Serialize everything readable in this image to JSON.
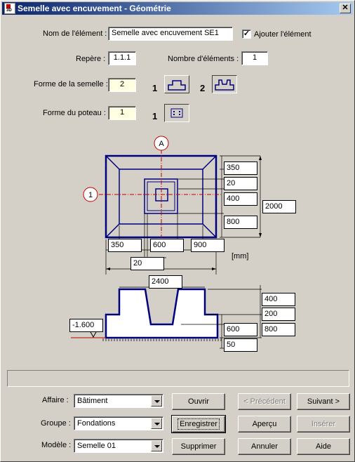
{
  "window": {
    "title": "Semelle avec encuvement - Géométrie",
    "close_glyph": "✕",
    "app_icon_text": "3D"
  },
  "form": {
    "nom_label": "Nom de l'élément :",
    "nom_value": "Semelle avec encuvement SE1",
    "ajouter_label": "Ajouter l'élément",
    "ajouter_checked": "✓",
    "repere_label": "Repère :",
    "repere_value": "1.1.1",
    "nombre_label": "Nombre d'éléments :",
    "nombre_value": "1",
    "forme_semelle_label": "Forme de la semelle :",
    "forme_semelle_value": "2",
    "forme_semelle_opt1": "1",
    "forme_semelle_opt2": "2",
    "forme_poteau_label": "Forme du poteau :",
    "forme_poteau_value": "1",
    "forme_poteau_opt1": "1"
  },
  "drawing": {
    "axis_a": "A",
    "axis_1": "1",
    "plan_dims_right": [
      "350",
      "20",
      "400",
      "800"
    ],
    "plan_dim_total_height": "2000",
    "plan_dims_bottom": [
      "350",
      "600",
      "900"
    ],
    "plan_dim_20": "20",
    "unit": "[mm]",
    "plan_dim_total_width": "2400",
    "section_level": "-1.600",
    "section_dims_right": [
      "400",
      "200",
      "600",
      "800",
      "50"
    ]
  },
  "bottom": {
    "affaire_label": "Affaire :",
    "affaire_value": "Bâtiment",
    "groupe_label": "Groupe :",
    "groupe_value": "Fondations",
    "modele_label": "Modèle :",
    "modele_value": "Semelle 01",
    "ouvrir": "Ouvrir",
    "enregistrer": "Enregistrer",
    "supprimer": "Supprimer",
    "precedent": "< Précédent",
    "apercu": "Aperçu",
    "annuler": "Annuler",
    "suivant": "Suivant >",
    "inserer": "Insérer",
    "aide": "Aide"
  },
  "colors": {
    "drawing_blue": "#00007f",
    "axis_red": "#c00000",
    "title_start": "#0a246a",
    "title_end": "#a6caf0"
  }
}
